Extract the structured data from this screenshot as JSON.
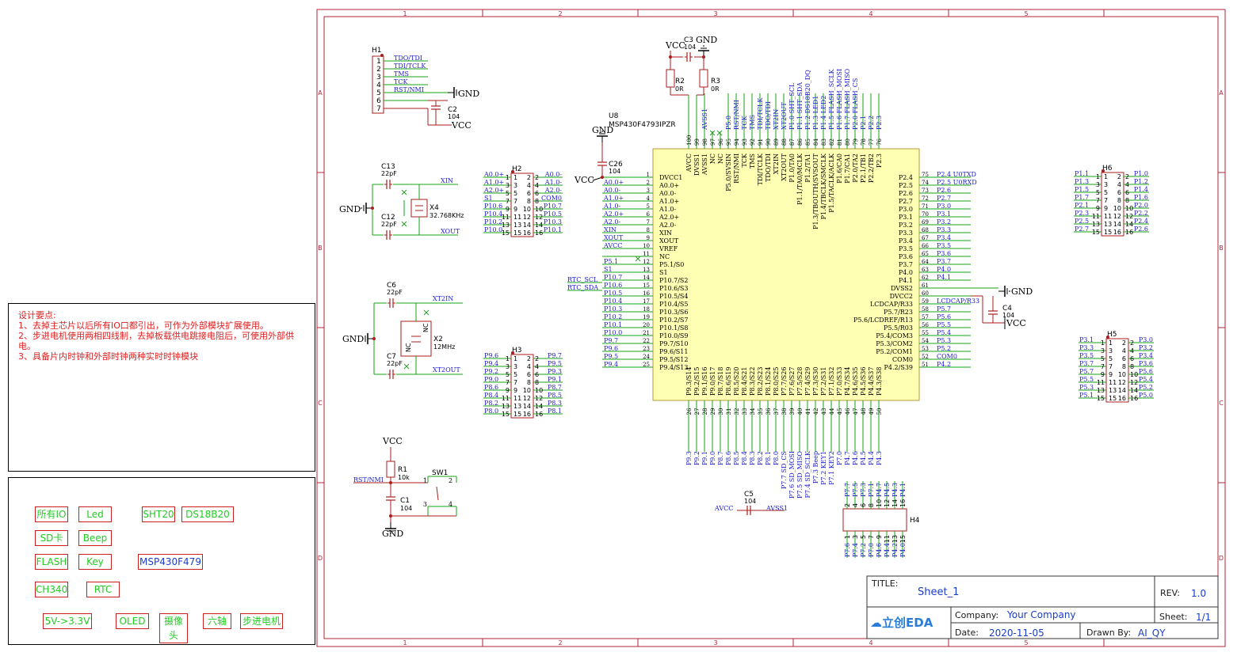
{
  "sheet": {
    "col_labels": [
      "1",
      "2",
      "3",
      "4",
      "5"
    ],
    "row_labels": [
      "A",
      "B",
      "C",
      "D"
    ]
  },
  "notes": {
    "title": "设计要点:",
    "lines": [
      "1、去掉主芯片以后所有IO口都引出，可作为外部模块扩展使用。",
      "2、步进电机使用两相四线制，去掉板载供电跳接电阻后，可使用外部供电。",
      "3、具备片内时钟和外部时钟两种实时时钟模块"
    ]
  },
  "modules": [
    {
      "label": "所有IO",
      "color": "green"
    },
    {
      "label": "Led",
      "color": "green"
    },
    {
      "label": "SHT20",
      "color": "green"
    },
    {
      "label": "DS18B20",
      "color": "green"
    },
    {
      "label": "SD卡",
      "color": "green"
    },
    {
      "label": "Beep",
      "color": "green"
    },
    {
      "label": "FLASH",
      "color": "green"
    },
    {
      "label": "Key",
      "color": "green"
    },
    {
      "label": "MSP430F479",
      "color": "blue"
    },
    {
      "label": "CH340",
      "color": "green"
    },
    {
      "label": "RTC",
      "color": "green"
    },
    {
      "label": "5V->3.3V",
      "color": "green"
    },
    {
      "label": "OLED",
      "color": "green"
    },
    {
      "label": "摄像头",
      "color": "green"
    },
    {
      "label": "六轴",
      "color": "green"
    },
    {
      "label": "步进电机",
      "color": "green"
    }
  ],
  "title_block": {
    "title_label": "TITLE:",
    "title": "Sheet_1",
    "rev_label": "REV:",
    "rev": "1.0",
    "company_label": "Company:",
    "company": "Your Company",
    "sheet_label": "Sheet:",
    "sheet": "1/1",
    "date_label": "Date:",
    "date": "2020-11-05",
    "drawn_label": "Drawn By:",
    "drawn": "AI_QY",
    "logo": "立创EDA"
  },
  "u8": {
    "ref": "U8",
    "part": "MSP430F4793IPZR",
    "left_pins": [
      [
        "1",
        "DVCC1"
      ],
      [
        "2",
        "A0.0+"
      ],
      [
        "3",
        "A0.0-"
      ],
      [
        "4",
        "A1.0+"
      ],
      [
        "5",
        "A1.0-"
      ],
      [
        "6",
        "A2.0+"
      ],
      [
        "7",
        "A2.0-"
      ],
      [
        "8",
        "XIN"
      ],
      [
        "9",
        "XOUT"
      ],
      [
        "10",
        "VREF"
      ],
      [
        "11",
        "NC"
      ],
      [
        "12",
        "P5.1/S0"
      ],
      [
        "13",
        "S1"
      ],
      [
        "14",
        "P10.7/S2"
      ],
      [
        "15",
        "P10.6/S3"
      ],
      [
        "16",
        "P10.5/S4"
      ],
      [
        "17",
        "P10.4/S5"
      ],
      [
        "18",
        "P10.3/S6"
      ],
      [
        "19",
        "P10.2/S7"
      ],
      [
        "20",
        "P10.1/S8"
      ],
      [
        "21",
        "P10.0/S9"
      ],
      [
        "22",
        "P9.7/S10"
      ],
      [
        "23",
        "P9.6/S11"
      ],
      [
        "24",
        "P9.5/S12"
      ],
      [
        "25",
        "P9.4/S13"
      ]
    ],
    "left_nets": [
      "",
      "A0.0+",
      "A0.0-",
      "A1.0+",
      "A1.0-",
      "A2.0+",
      "A2.0-",
      "XIN",
      "XOUT",
      "AVCC",
      "",
      "P5.1",
      "S1",
      "P10.7",
      "P10.6",
      "P10.5",
      "P10.4",
      "P10.3",
      "P10.2",
      "P10.1",
      "P10.0",
      "P9.7",
      "P9.6",
      "P9.5",
      "P9.4"
    ],
    "right_pins": [
      [
        "75",
        "P2.4"
      ],
      [
        "74",
        "P2.5"
      ],
      [
        "73",
        "P2.6"
      ],
      [
        "72",
        "P2.7"
      ],
      [
        "71",
        "P3.0"
      ],
      [
        "70",
        "P3.1"
      ],
      [
        "69",
        "P3.2"
      ],
      [
        "68",
        "P3.3"
      ],
      [
        "67",
        "P3.4"
      ],
      [
        "66",
        "P3.5"
      ],
      [
        "65",
        "P3.6"
      ],
      [
        "64",
        "P3.7"
      ],
      [
        "63",
        "P4.0"
      ],
      [
        "62",
        "P4.1"
      ],
      [
        "61",
        "DVSS2"
      ],
      [
        "60",
        "DVCC2"
      ],
      [
        "59",
        "LCDCAP/R33"
      ],
      [
        "58",
        "P5.7/R23"
      ],
      [
        "57",
        "P5.6/LCDREF/R13"
      ],
      [
        "56",
        "P5.5/R03"
      ],
      [
        "55",
        "P5.4/COM3"
      ],
      [
        "54",
        "P5.3/COM2"
      ],
      [
        "53",
        "P5.2/COM1"
      ],
      [
        "52",
        "COM0"
      ],
      [
        "51",
        "P4.2/S39"
      ]
    ],
    "right_nets": [
      "P2.4  U0TXD",
      "P2.5  U0RXD",
      "P2.6",
      "P2.7",
      "P3.0",
      "P3.1",
      "P3.2",
      "P3.3",
      "P3.4",
      "P3.5",
      "P3.6",
      "P3.7",
      "P4.0",
      "P4.1",
      "",
      "",
      "LCDCAP/R33",
      "P5.7",
      "P5.6",
      "P5.5",
      "P5.4",
      "P5.3",
      "P5.2",
      "COM0",
      "P4.2"
    ],
    "top_pins": [
      [
        "100",
        "AVCC"
      ],
      [
        "99",
        "DVSS1"
      ],
      [
        "98",
        "AVSS1"
      ],
      [
        "97",
        "NC"
      ],
      [
        "96",
        "NC"
      ],
      [
        "95",
        "P5.0/SVSIN"
      ],
      [
        "94",
        "RST/NMI"
      ],
      [
        "93",
        "TCK"
      ],
      [
        "92",
        "TMS"
      ],
      [
        "91",
        "TDI/TCLK"
      ],
      [
        "90",
        "TDO/TDI"
      ],
      [
        "89",
        "XT2IN"
      ],
      [
        "88",
        "XT2OUT"
      ],
      [
        "87",
        "P1.0/TA0"
      ],
      [
        "86",
        "P1.1/TA0/MCLK"
      ],
      [
        "85",
        "P1.2/TA1"
      ],
      [
        "84",
        "P1.3/TBOUTH/SVSOUT"
      ],
      [
        "83",
        "P1.4/TBCLK/SMCLK"
      ],
      [
        "82",
        "P1.5/TACLK/ACLK"
      ],
      [
        "81",
        "P1.6/CA0"
      ],
      [
        "80",
        "P1.7/CA1"
      ],
      [
        "79",
        "P2.0/TA2"
      ],
      [
        "78",
        "P2.1/TB1"
      ],
      [
        "77",
        "P2.2/TB2"
      ],
      [
        "76",
        "P2.3"
      ]
    ],
    "top_nets": [
      "",
      "",
      "AVSS1",
      "",
      "",
      "P5.0",
      "RST/NMI",
      "TCK",
      "TMS",
      "TDI/TCLK",
      "TDO/TDI",
      "XT2IN",
      "XT2OUT",
      "P1.0  SHT_SCL",
      "P1.1  SHT_SDA",
      "P1.2  DS18B20_DQ",
      "P1.3  LED1",
      "P1.4  LED2",
      "P1.5  FLASH_SCLK",
      "P1.6  FLASH_MOSI",
      "P1.7  FLASH_MISO",
      "P2.0  FLASH_CS",
      "P2.1",
      "P2.2",
      "P2.3"
    ],
    "bottom_pins": [
      [
        "26",
        "P9.3/S14"
      ],
      [
        "27",
        "P9.2/S15"
      ],
      [
        "28",
        "P9.1/S16"
      ],
      [
        "29",
        "P9.0/S17"
      ],
      [
        "30",
        "P8.7/S18"
      ],
      [
        "31",
        "P8.6/S19"
      ],
      [
        "32",
        "P8.5/S20"
      ],
      [
        "33",
        "P8.4/S21"
      ],
      [
        "34",
        "P8.3/S22"
      ],
      [
        "35",
        "P8.2/S23"
      ],
      [
        "36",
        "P8.1/S24"
      ],
      [
        "37",
        "P8.0/S25"
      ],
      [
        "38",
        "P7.7/S26"
      ],
      [
        "39",
        "P7.6/S27"
      ],
      [
        "40",
        "P7.5/S28"
      ],
      [
        "41",
        "P7.4/S29"
      ],
      [
        "42",
        "P7.3/S30"
      ],
      [
        "43",
        "P7.2/S31"
      ],
      [
        "44",
        "P7.1/S32"
      ],
      [
        "45",
        "P7.0/S33"
      ],
      [
        "46",
        "P4.7/S34"
      ],
      [
        "47",
        "P4.6/S35"
      ],
      [
        "48",
        "P4.5/S36"
      ],
      [
        "49",
        "P4.4/S37"
      ],
      [
        "50",
        "P4.3/S38"
      ]
    ],
    "bottom_nets": [
      "P9.3",
      "P9.2",
      "P9.1",
      "P9.0",
      "P8.7",
      "P8.6",
      "P8.5",
      "P8.4",
      "P8.3",
      "P8.2",
      "P8.1",
      "P8.0",
      "P7.7  SD_CS",
      "P7.6  SD_MOSI",
      "P7.5  SD_MISO",
      "P7.4  SD_SCLK",
      "P7.3  Beep",
      "P7.2  KEY1",
      "P7.1  KEY2",
      "P7.0",
      "P4.7",
      "P4.6",
      "P4.5",
      "P4.4",
      "P4.3"
    ]
  },
  "h1": {
    "ref": "H1",
    "nets": [
      "TDO/TDI",
      "TDI/TCLK",
      "TMS",
      "TCK",
      "RST/NMI",
      "",
      ""
    ],
    "pins": [
      "1",
      "2",
      "3",
      "4",
      "5",
      "6",
      "7"
    ]
  },
  "h2": {
    "ref": "H2",
    "left": [
      "A0.0+",
      "A1.0+",
      "A2.0+",
      "S1",
      "P10.6",
      "P10.4",
      "P10.2",
      "P10.0"
    ],
    "right": [
      "A0.0-",
      "A1.0-",
      "A2.0-",
      "COM0",
      "P10.7",
      "P10.5",
      "P10.3",
      "P10.1"
    ]
  },
  "h3": {
    "ref": "H3",
    "left": [
      "P9.6",
      "P9.4",
      "P9.2",
      "P9.0",
      "P8.6",
      "P8.4",
      "P8.2",
      "P8.0"
    ],
    "right": [
      "P9.7",
      "P9.5",
      "P9.3",
      "P9.1",
      "P8.7",
      "P8.5",
      "P8.3",
      "P8.1"
    ]
  },
  "h5": {
    "ref": "H5",
    "left": [
      "P3.1",
      "P3.3",
      "P3.5",
      "P3.7",
      "P5.7",
      "P5.5",
      "P5.3",
      "P5.1"
    ],
    "right": [
      "P3.0",
      "P3.2",
      "P3.4",
      "P3.6",
      "P5.6",
      "P5.4",
      "P5.2",
      "P5.0"
    ]
  },
  "h6": {
    "ref": "H6",
    "left": [
      "P1.1",
      "P1.3",
      "P1.5",
      "P1.7",
      "P2.1",
      "P2.3",
      "P2.5",
      "P2.7"
    ],
    "right": [
      "P1.0",
      "P1.2",
      "P1.4",
      "P1.6",
      "P2.0",
      "P2.2",
      "P2.4",
      "P2.6"
    ]
  },
  "h4": {
    "ref": "H4",
    "top": [
      "P7.7",
      "P7.5",
      "P7.3",
      "P7.1",
      "P4.7",
      "P4.5",
      "P4.3",
      "P4.1"
    ],
    "bottom": [
      "P7.6",
      "P7.4",
      "P7.2",
      "P7.0",
      "P4.6",
      "P4.4",
      "P4.2",
      "P4.0"
    ]
  },
  "parts": {
    "c2": {
      "ref": "C2",
      "val": "104"
    },
    "c3": {
      "ref": "C3",
      "val": "104"
    },
    "r2": {
      "ref": "R2",
      "val": "0R"
    },
    "r3": {
      "ref": "R3",
      "val": "0R"
    },
    "c26": {
      "ref": "C26",
      "val": "104"
    },
    "c13": {
      "ref": "C13",
      "val": "22pF"
    },
    "c12": {
      "ref": "C12",
      "val": "22pF"
    },
    "x4": {
      "ref": "X4",
      "val": "32.768KHz"
    },
    "c6": {
      "ref": "C6",
      "val": "22pF"
    },
    "c7": {
      "ref": "C7",
      "val": "22pF"
    },
    "x2": {
      "ref": "X2",
      "val": "12MHz"
    },
    "r1": {
      "ref": "R1",
      "val": "10k"
    },
    "c1": {
      "ref": "C1",
      "val": "104"
    },
    "sw1": {
      "ref": "SW1"
    },
    "c4": {
      "ref": "C4",
      "val": "104"
    },
    "c5": {
      "ref": "C5",
      "val": "104"
    }
  },
  "nets": {
    "gnd": "GND",
    "vcc": "VCC",
    "xin": "XIN",
    "xout": "XOUT",
    "xt2in": "XT2IN",
    "xt2out": "XT2OUT",
    "rst": "RST/NMI",
    "avcc": "AVCC",
    "avss1": "AVSS1",
    "rtc_scl": "RTC_SCL",
    "rtc_sda": "RTC_SDA",
    "nc": "NC"
  },
  "colors": {
    "border": "#b3263a",
    "wire": "#15a315",
    "net": "#1a1acc",
    "part": "#a81e1e",
    "chip": "#ffffb3",
    "text": "#000000",
    "noconnect": "#2a9d2a"
  }
}
